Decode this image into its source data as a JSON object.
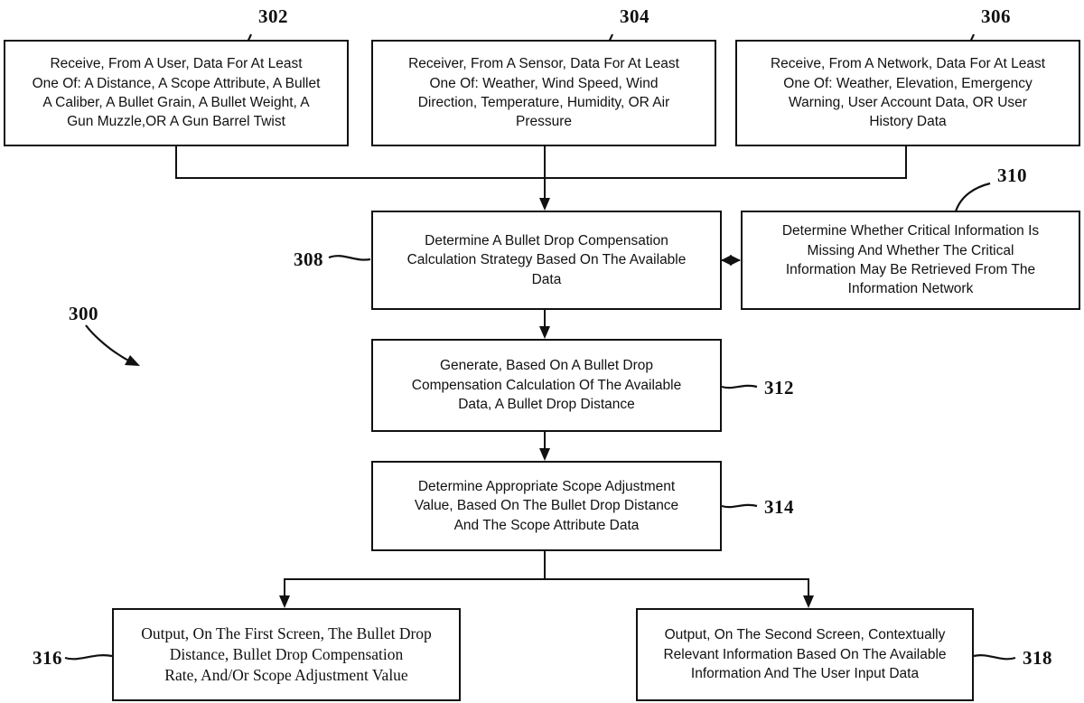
{
  "figure": {
    "number": "300",
    "type": "patent-flowchart"
  },
  "nodes": [
    {
      "id": "302",
      "ref": "302",
      "text": "Receive, From A User, Data For At Least\nOne Of: A Distance, A Scope Attribute, A Bullet\nA Caliber, A Bullet Grain, A Bullet Weight, A\nGun Muzzle,OR A Gun Barrel Twist"
    },
    {
      "id": "304",
      "ref": "304",
      "text": "Receiver, From A Sensor, Data For At Least\nOne Of: Weather, Wind Speed, Wind\nDirection, Temperature, Humidity, OR Air\nPressure"
    },
    {
      "id": "306",
      "ref": "306",
      "text": "Receive, From A Network, Data For At Least\nOne Of: Weather, Elevation, Emergency\nWarning, User Account Data, OR User\nHistory Data"
    },
    {
      "id": "308",
      "ref": "308",
      "text": "Determine A Bullet Drop Compensation\nCalculation Strategy Based On The Available\nData"
    },
    {
      "id": "310",
      "ref": "310",
      "text": "Determine Whether Critical Information Is\nMissing And Whether The Critical\nInformation May Be Retrieved From The\nInformation Network"
    },
    {
      "id": "312",
      "ref": "312",
      "text": "Generate, Based On A Bullet Drop\nCompensation Calculation Of The Available\nData, A Bullet Drop Distance"
    },
    {
      "id": "314",
      "ref": "314",
      "text": "Determine Appropriate Scope Adjustment\nValue, Based On The Bullet Drop Distance\nAnd The Scope Attribute Data"
    },
    {
      "id": "316",
      "ref": "316",
      "text": "Output, On The First Screen, The Bullet Drop\nDistance, Bullet Drop Compensation\nRate, And/Or Scope Adjustment Value"
    },
    {
      "id": "318",
      "ref": "318",
      "text": "Output, On The Second Screen, Contextually\nRelevant Information Based On The Available\nInformation And The User Input Data"
    }
  ],
  "colors": {
    "ink": "#111111",
    "paper": "#ffffff"
  }
}
